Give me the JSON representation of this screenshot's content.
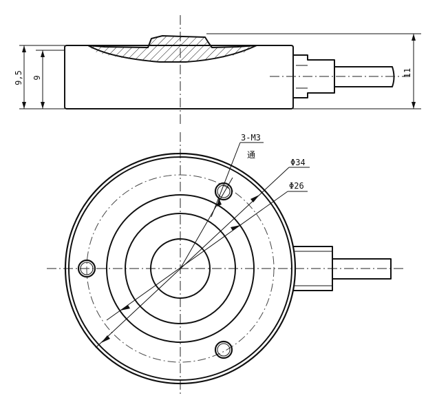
{
  "dimensions": {
    "height_body": "9",
    "height_total_left": "9,5",
    "height_total_right": "11",
    "thread_spec": "3-M3",
    "thread_note": "通",
    "bolt_circle": "Φ34",
    "inner_diameter": "Φ26"
  }
}
